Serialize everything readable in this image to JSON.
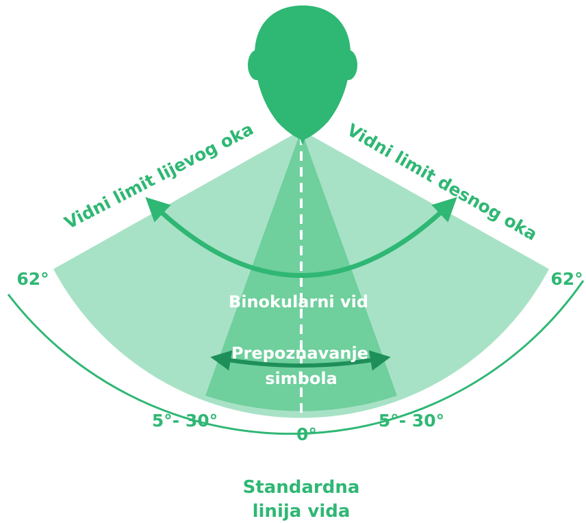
{
  "colors": {
    "primary": "#2fb774",
    "outer_field": "#a8e2c6",
    "mid_field": "#6fcf9d",
    "inner_field": "#6fcf9d",
    "recognition_arrow": "#1f8f59",
    "white": "#ffffff"
  },
  "labels": {
    "left_eye_limit": "Vidni limit lijevog oka",
    "right_eye_limit": "Vidni limit desnog oka",
    "angle_left": "62°",
    "angle_right": "62°",
    "binocular": "Binokularni vid",
    "recognition_line1": "Prepoznavanje",
    "recognition_line2": "simbola",
    "range_left": "5°- 30°",
    "range_right": "5°- 30°",
    "center_angle": "0°",
    "standard_line1": "Standardna",
    "standard_line2": "linija vida"
  },
  "icons": {
    "head": "head-silhouette-icon"
  }
}
